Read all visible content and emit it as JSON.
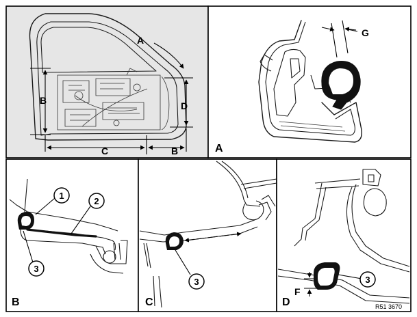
{
  "panels": {
    "top_left": {
      "labels": {
        "A": "A",
        "B": "B",
        "C": "C",
        "D": "D",
        "B2": "B"
      }
    },
    "A": {
      "label": "A",
      "dim_g": "G"
    },
    "B": {
      "label": "B",
      "callouts": [
        "1",
        "2",
        "3"
      ]
    },
    "C": {
      "label": "C",
      "callouts": [
        "3"
      ]
    },
    "D": {
      "label": "D",
      "dim_f": "F",
      "callouts": [
        "3"
      ]
    }
  },
  "reference": "R51 3670",
  "colors": {
    "panel_bg": "#e6e6e6",
    "line": "#1a1a1a",
    "seal": "#111111"
  }
}
